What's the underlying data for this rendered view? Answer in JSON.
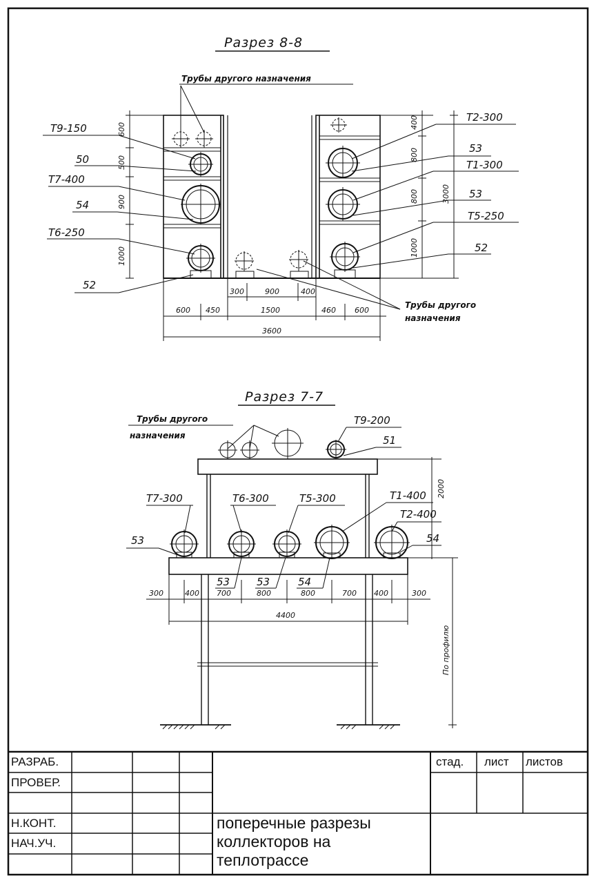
{
  "section_8": {
    "title": "Разрез 8-8",
    "note_top": "Трубы другого назначения",
    "note_bottom_1": "Трубы другого",
    "note_bottom_2": "назначения",
    "left_labels": [
      "T9-150",
      "50",
      "T7-400",
      "54",
      "T6-250",
      "52"
    ],
    "right_labels": [
      "T2-300",
      "53",
      "T1-300",
      "53",
      "T5-250",
      "52"
    ],
    "left_heights": [
      "600",
      "500",
      "900",
      "1000"
    ],
    "right_heights": [
      "400",
      "800",
      "800",
      "1000"
    ],
    "total_height": "3000",
    "bottom_inner": [
      "300",
      "900",
      "400"
    ],
    "bottom_dims": [
      "600",
      "450",
      "1500",
      "460",
      "600"
    ],
    "total_width": "3600"
  },
  "section_7": {
    "title": "Разрез 7-7",
    "note_1": "Трубы другого",
    "note_2": "назначения",
    "top_pipe": "T9-200",
    "top_tag": "51",
    "pipe_labels": [
      "T7-300",
      "T6-300",
      "T5-300",
      "T1-400",
      "T2-400"
    ],
    "left_tag": "53",
    "right_tag": "54",
    "lower_tags": [
      "53",
      "53",
      "54"
    ],
    "height_dim": "2000",
    "dims": [
      "300",
      "400",
      "700",
      "800",
      "800",
      "700",
      "400",
      "300"
    ],
    "total_width": "4400",
    "profile_note": "По профилю"
  },
  "title_block": {
    "developed": "РАЗРАБ.",
    "checked": "ПРОВЕР.",
    "norm_control": "Н.КОНТ.",
    "head": "НАЧ.УЧ.",
    "stage": "стад.",
    "sheet": "лист",
    "sheets": "листов",
    "title_1": "поперечные разрезы",
    "title_2": "коллекторов на",
    "title_3": "теплотрассе"
  }
}
